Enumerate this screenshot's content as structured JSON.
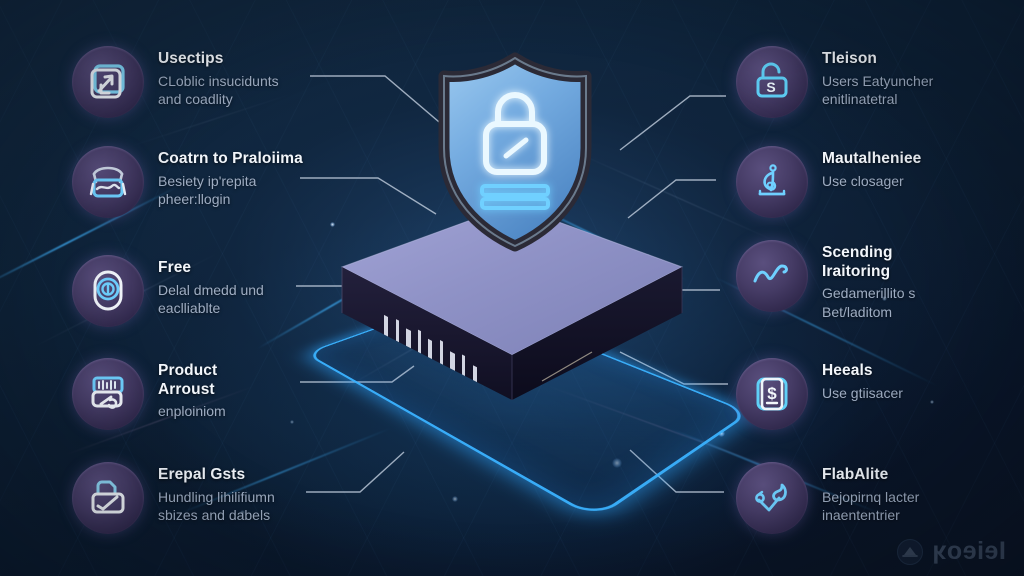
{
  "meta": {
    "domain": "Diagram",
    "description": "Dark blue isometric cybersecurity infographic with a central glowing shield and padlock on a server block, flanked by five feature items on each side."
  },
  "colors": {
    "background_deep": "#0b1b2e",
    "background_mid": "#12283f",
    "accent_cyan": "#3ab2ff",
    "accent_glow": "#5ac8ff",
    "badge_purple": "#463c66",
    "title_text": "#f2f6fb",
    "body_text": "#9fadc2",
    "shield_fill": "#7fb6e8",
    "shield_border": "#2b2a36"
  },
  "center": {
    "shield": {
      "name": "security-shield",
      "lock_icon": "padlock-icon",
      "bars": 2
    },
    "server": {
      "name": "isometric-server-block",
      "top_face_color": "#8d90c4",
      "front_face_color": "#15152a",
      "side_face_color": "#1c1b33",
      "vent_label": "server-vents",
      "code_label": "data-streams"
    },
    "platform": {
      "name": "glowing-platform",
      "color": "#3ab2ff"
    },
    "ripples": 4
  },
  "left_items": [
    {
      "icon": "upload-box-icon",
      "title": "Usectips",
      "desc": "CLoblic insucidunts\nand coadlity"
    },
    {
      "icon": "cloud-storage-icon",
      "title": "Coatrn to Praloiima",
      "desc": "Besiety ip'repita\npheer:llogin"
    },
    {
      "icon": "fingerprint-shield-icon",
      "title": "Free",
      "desc": "Delal dmedd und\neaclliablte"
    },
    {
      "icon": "server-rack-icon",
      "title": "Product\nArroust",
      "desc": "enploiniom"
    },
    {
      "icon": "checklist-folder-icon",
      "title": "Erepal Gsts",
      "desc": "Hundling lihilifiumn\nsbizes and dabels"
    }
  ],
  "right_items": [
    {
      "icon": "padlock-s-icon",
      "title": "Tleison",
      "desc": "Users Eatyuncher\nenitlinatetral"
    },
    {
      "icon": "sprout-leaf-icon",
      "title": "Mautalhenieе",
      "desc": "Use closager"
    },
    {
      "icon": "wave-line-icon",
      "title": "Scending\nIraitoring",
      "desc": "Gedamerillito s\nBet/laditom"
    },
    {
      "icon": "dollar-bill-icon",
      "title": "Heeals",
      "desc": "Use gtiisacer"
    },
    {
      "icon": "leaf-arrow-icon",
      "title": "FlabAlite",
      "desc": "Bejopirnq lacter\ninaententrier"
    }
  ],
  "watermark": {
    "text": "Ieieoʞ",
    "logo": "circular-brand-icon"
  }
}
